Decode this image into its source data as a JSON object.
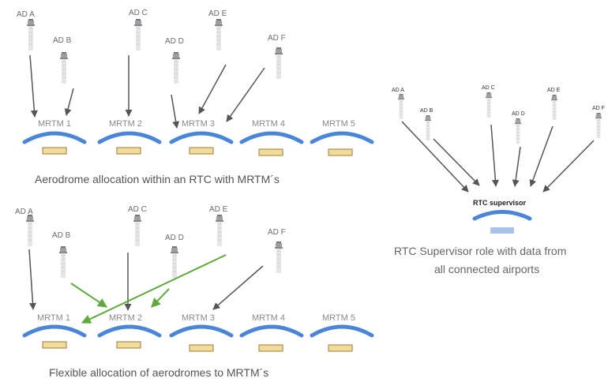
{
  "panels": {
    "top_left": {
      "airports": [
        "AD A",
        "AD B",
        "AD C",
        "AD D",
        "AD E",
        "AD F"
      ],
      "mrtms": [
        "MRTM 1",
        "MRTM 2",
        "MRTM 3",
        "MRTM 4",
        "MRTM 5"
      ],
      "caption": "Aerodrome allocation within an RTC with MRTM´s"
    },
    "bottom_left": {
      "airports": [
        "AD A",
        "AD B",
        "AD C",
        "AD D",
        "AD E",
        "AD F"
      ],
      "mrtms": [
        "MRTM 1",
        "MRTM 2",
        "MRTM 3",
        "MRTM 4",
        "MRTM 5"
      ],
      "caption": "Flexible allocation of aerodromes to MRTM´s"
    },
    "right": {
      "airports": [
        "AD A",
        "AD B",
        "AD C",
        "AD D",
        "AD E",
        "AD F"
      ],
      "supervisor": "RTC supervisor",
      "caption_line1": "RTC Supervisor role with data from",
      "caption_line2": "all connected airports"
    }
  },
  "colors": {
    "arc": "#4a86d8",
    "console_fill": "#f3dc9a",
    "console_stroke": "#9a7a3a",
    "arrow": "#555555",
    "flex_arrow": "#5faa3e",
    "supervisor_console": "#a9c4e8"
  },
  "icons": [
    "tower-icon",
    "workstation-arc-icon",
    "console-icon"
  ]
}
